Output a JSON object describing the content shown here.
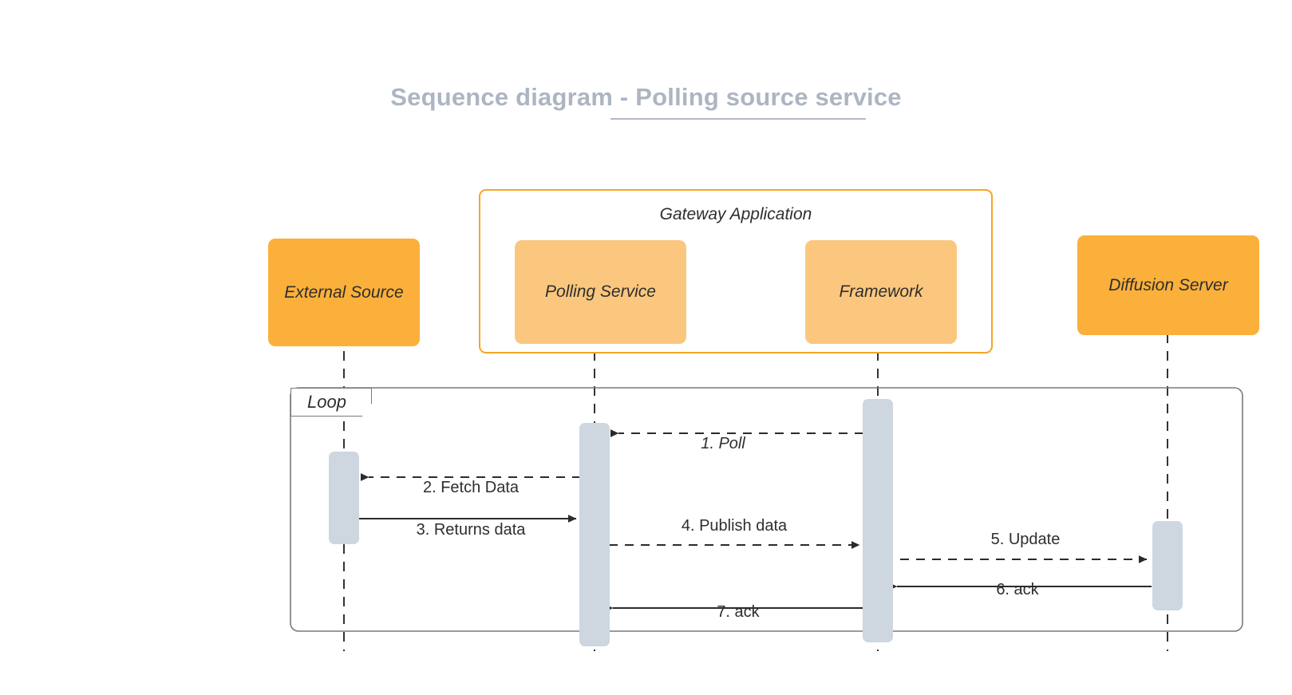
{
  "diagram": {
    "title": "Sequence diagram - Polling source service",
    "type": "sequence-diagram",
    "colors": {
      "title": "#adb5c2",
      "actor_dark": "#fbb03b",
      "actor_light": "#fbc77e",
      "group_border": "#f5a623",
      "activation": "#ced6e0",
      "line": "#333333",
      "frame_border": "#7a7a7a"
    },
    "group": {
      "label": "Gateway Application"
    },
    "fragment": {
      "label": "Loop"
    },
    "actors": [
      {
        "id": "external-source",
        "label": "External Source",
        "style": "dark"
      },
      {
        "id": "polling-service",
        "label": "Polling Service",
        "style": "light"
      },
      {
        "id": "framework",
        "label": "Framework",
        "style": "light"
      },
      {
        "id": "diffusion-server",
        "label": "Diffusion Server",
        "style": "dark"
      }
    ],
    "messages": [
      {
        "num": "1",
        "label": "1. Poll",
        "from": "framework",
        "to": "polling-service",
        "line": "dashed",
        "dir": "left",
        "italic": true
      },
      {
        "num": "2",
        "label": "2. Fetch Data",
        "from": "polling-service",
        "to": "external-source",
        "line": "dashed",
        "dir": "left",
        "italic": false
      },
      {
        "num": "3",
        "label": "3. Returns data",
        "from": "external-source",
        "to": "polling-service",
        "line": "solid",
        "dir": "right",
        "italic": false
      },
      {
        "num": "4",
        "label": "4. Publish data",
        "from": "polling-service",
        "to": "framework",
        "line": "dashed",
        "dir": "right",
        "italic": false
      },
      {
        "num": "5",
        "label": "5. Update",
        "from": "framework",
        "to": "diffusion-server",
        "line": "dashed",
        "dir": "right",
        "italic": false
      },
      {
        "num": "6",
        "label": "6. ack",
        "from": "diffusion-server",
        "to": "framework",
        "line": "solid",
        "dir": "left",
        "italic": false
      },
      {
        "num": "7",
        "label": "7. ack",
        "from": "framework",
        "to": "polling-service",
        "line": "solid",
        "dir": "left",
        "italic": false
      }
    ]
  }
}
